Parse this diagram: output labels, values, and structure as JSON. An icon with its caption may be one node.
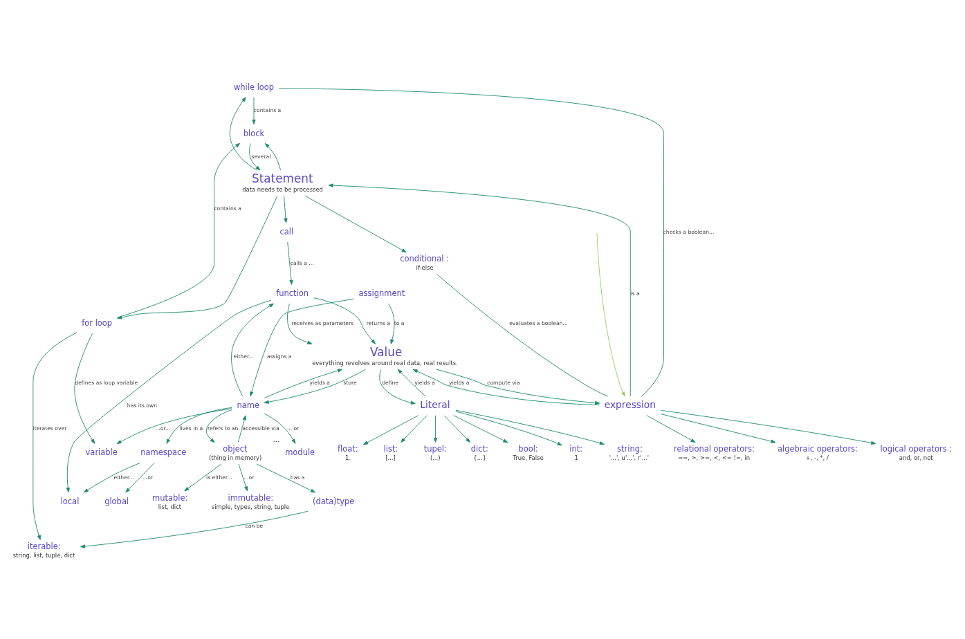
{
  "diagram": {
    "nodes": [
      {
        "text": [
          "while loop"
        ]
      },
      {
        "text": [
          "assignment"
        ]
      },
      {
        "text": [
          "conditional :",
          "if-else"
        ]
      },
      {
        "text": [
          "for loop"
        ]
      },
      {
        "text": [
          "block"
        ]
      },
      {
        "text": [
          "call"
        ]
      },
      {
        "text": [
          "Statement",
          "data needs to be processed"
        ]
      },
      {
        "text": [
          "Literal"
        ]
      },
      {
        "text": [
          "int:",
          "1"
        ]
      },
      {
        "text": [
          "string:",
          "'...', u'...', r'...'"
        ]
      },
      {
        "text": [
          "float:",
          "1."
        ]
      },
      {
        "text": [
          "list:",
          "[...]"
        ]
      },
      {
        "text": [
          "tupel:",
          "(...)"
        ]
      },
      {
        "text": [
          "dict:",
          "{...}"
        ]
      },
      {
        "text": [
          "bool:",
          "True, False"
        ]
      },
      {
        "text": [
          "Value",
          "everything revolves around real data, real results."
        ]
      },
      {
        "text": [
          "expression"
        ]
      },
      {
        "text": [
          "logical operators :",
          "and, or, not"
        ]
      },
      {
        "text": [
          "relational operators:",
          "==, >, >=, <, <= !=, in"
        ]
      },
      {
        "text": [
          "algebraic operators:",
          "+, -, *, /"
        ]
      },
      {
        "text": [
          "function"
        ]
      },
      {
        "text": [
          "local"
        ]
      },
      {
        "text": [
          "global"
        ]
      },
      {
        "text": [
          "variable"
        ]
      },
      {
        "text": [
          "namespace"
        ]
      },
      {
        "text": [
          "module"
        ],
        "beside": [
          "..."
        ]
      },
      {
        "text": [
          "name"
        ]
      },
      {
        "text": [
          "mutable:",
          "list, dict"
        ]
      },
      {
        "text": [
          "object",
          "(thing in memory)"
        ]
      },
      {
        "text": [
          "immutable:",
          "simple, types, string, tuple"
        ]
      },
      {
        "text": [
          "(data)type"
        ]
      },
      {
        "text": [
          "iterable:",
          "string, list, tuple, dict"
        ]
      }
    ],
    "edges": [
      {
        "from": 6,
        "to": 0,
        "arrow": "to"
      },
      {
        "from": 0,
        "to": 4,
        "label": "contains a",
        "arrow": "to"
      },
      {
        "from": 0,
        "to": 16,
        "label": "checks a boolean...",
        "arrow": "none"
      },
      {
        "from": 2,
        "to": 16,
        "label": "evaluates a boolean...",
        "arrow": "none"
      },
      {
        "from": 6,
        "to": 2,
        "arrow": "to"
      },
      {
        "from": 6,
        "to": 4,
        "arrow": "to"
      },
      {
        "from": 6,
        "to": 3,
        "arrow": "to"
      },
      {
        "from": 6,
        "to": 5,
        "arrow": "to"
      },
      {
        "from": 1,
        "to": 15,
        "label": "to a",
        "arrow": "to"
      },
      {
        "from": 1,
        "to": 26,
        "label": "assigns a",
        "arrow": "to"
      },
      {
        "from": 3,
        "to": 31,
        "label": "iterates over",
        "arrow": "to"
      },
      {
        "from": 3,
        "to": 4,
        "label": "contains a",
        "arrow": "to"
      },
      {
        "from": 3,
        "to": 23,
        "label": "defines as loop variable",
        "arrow": "to"
      },
      {
        "from": 5,
        "to": 20,
        "label": "calls a ...",
        "arrow": "to"
      },
      {
        "from": 4,
        "to": 6,
        "label": "several",
        "arrow": "to"
      },
      {
        "from": 16,
        "to": 6,
        "label": "is a",
        "arrow": "to"
      },
      {
        "from": 15,
        "to": 7,
        "label": "define",
        "arrow": "to"
      },
      {
        "from": 7,
        "to": 15,
        "label": "yields a",
        "arrow": "to"
      },
      {
        "from": 15,
        "to": 16,
        "label": "compute via",
        "arrow": "to"
      },
      {
        "from": 16,
        "to": 15,
        "label": "yields a",
        "arrow": "to"
      },
      {
        "from": 16,
        "to": 17,
        "arrow": "to"
      },
      {
        "from": 16,
        "to": 18,
        "arrow": "to"
      },
      {
        "from": 16,
        "to": 19,
        "arrow": "to"
      },
      {
        "from": 7,
        "to": 8,
        "arrow": "to"
      },
      {
        "from": 7,
        "to": 9,
        "arrow": "to"
      },
      {
        "from": 7,
        "to": 10,
        "arrow": "to"
      },
      {
        "from": 7,
        "to": 11,
        "arrow": "to"
      },
      {
        "from": 7,
        "to": 12,
        "arrow": "to"
      },
      {
        "from": 7,
        "to": 13,
        "arrow": "to"
      },
      {
        "from": 7,
        "to": 14,
        "arrow": "to"
      },
      {
        "from": 20,
        "to": 15,
        "label": "receives as parameters",
        "arrow": "to"
      },
      {
        "from": 20,
        "to": 15,
        "label": "returns a",
        "arrow": "to"
      },
      {
        "from": 20,
        "to": 21,
        "label": "has its own",
        "arrow": "to"
      },
      {
        "from": 26,
        "to": 20,
        "label": "either...",
        "arrow": "to"
      },
      {
        "from": 26,
        "to": 23,
        "label": "...or...",
        "arrow": "to"
      },
      {
        "from": 26,
        "to": 25,
        "label": "... or",
        "arrow": "to"
      },
      {
        "from": 24,
        "to": 21,
        "label": "either...",
        "arrow": "to"
      },
      {
        "from": 24,
        "to": 22,
        "label": "...or",
        "arrow": "to"
      },
      {
        "from": 26,
        "to": 24,
        "label": "lives in a",
        "arrow": "to"
      },
      {
        "from": 26,
        "to": 15,
        "label": "yields a",
        "arrow": "to"
      },
      {
        "from": 15,
        "to": 26,
        "label": "store",
        "arrow": "to"
      },
      {
        "from": 28,
        "to": 26,
        "label": "accessible via",
        "arrow": "to"
      },
      {
        "from": 26,
        "to": 28,
        "label": "refers to an",
        "arrow": "to"
      },
      {
        "from": 28,
        "to": 27,
        "label": "is either...",
        "arrow": "to"
      },
      {
        "from": 28,
        "to": 29,
        "label": "...or",
        "arrow": "to"
      },
      {
        "from": 28,
        "to": 30,
        "label": "has a",
        "arrow": "to"
      },
      {
        "from": 30,
        "to": 31,
        "label": "can be",
        "arrow": "to"
      },
      {
        "from": null,
        "to": 16,
        "arrow": "to",
        "color": "#9ccc5a"
      }
    ]
  }
}
